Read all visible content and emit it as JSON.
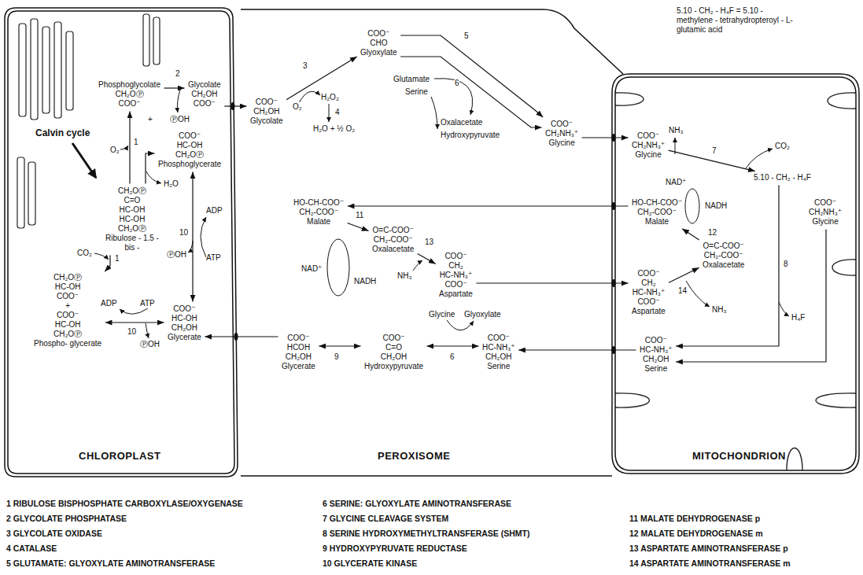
{
  "diagram": {
    "nodes": [
      {
        "text": [
          "CHLOROPLAST"
        ]
      },
      {
        "text": [
          "PEROXISOME"
        ]
      },
      {
        "text": [
          "MITOCHONDRION"
        ]
      },
      {
        "text": [
          "CH₂OⓅ C=O HC‑OH HC‑OH CH₂OⓅ",
          "Ribulose - 1.5 - bis -"
        ],
        "in": 0
      },
      {
        "text": [
          "Phosphoglycolate",
          "CH₂OⓅ COO⁻"
        ],
        "in": 0
      },
      {
        "text": [
          "COO⁻ HC‑OH CH₂OⓅ",
          "Phosphoglycerate"
        ],
        "in": 0
      },
      {
        "text": [
          "Glycolate",
          "CH₂OH COO⁻"
        ],
        "in": 0
      },
      {
        "text": [
          "CH₂OⓅ HC‑OH COO⁻",
          "+",
          "COO⁻ HC‑OH CH₂OⓅ",
          "Phospho- glycerate"
        ],
        "in": 0
      },
      {
        "text": [
          "COO⁻ HC‑OH CH₂OH",
          "Glycerate"
        ],
        "in": 0
      },
      {
        "text": [
          "COO⁻ CH₂OH",
          "Glycolate"
        ],
        "in": 1
      },
      {
        "text": [
          "COO⁻ CHO",
          "Glyoxylate"
        ],
        "in": 1
      },
      {
        "text": [
          "COO⁻ CH₂NH₃⁺",
          "Glycine"
        ],
        "in": 1
      },
      {
        "text": [
          "HO‑CH‑COO⁻ CH₂‑COO⁻",
          "Malate"
        ],
        "in": 1
      },
      {
        "text": [
          "O=C‑COO⁻ CH₂‑COO⁻",
          "Oxalacetate"
        ],
        "in": 1
      },
      {
        "text": [
          "COO⁻ CH₂ HC‑NH₃⁺ COO⁻",
          "Aspartate"
        ],
        "in": 1
      },
      {
        "text": [
          "COO⁻ HCOH CH₂OH",
          "Glycerate"
        ],
        "in": 1
      },
      {
        "text": [
          "COO⁻ C=O CH₂OH",
          "Hydroxypyruvate"
        ],
        "in": 1
      },
      {
        "text": [
          "COO⁻ HC‑NH₃⁺ CH₂OH",
          "Serine"
        ],
        "in": 1
      },
      {
        "text": [
          "COO⁻ CH₂NH₃⁺",
          "Glycine"
        ],
        "in": 2
      },
      {
        "text": [
          "5.10 - CH₂ - H₄F"
        ],
        "in": 2
      },
      {
        "text": [
          "HO‑CH‑COO⁻ CH₂‑COO⁻",
          "Malate"
        ],
        "in": 2
      },
      {
        "text": [
          "O=C‑COO⁻ CH₂‑COO⁻",
          "Oxalacetate"
        ],
        "in": 2
      },
      {
        "text": [
          "COO⁻ CH₂ HC‑NH₃⁺ COO⁻",
          "Aspartate"
        ],
        "in": 2
      },
      {
        "text": [
          "COO⁻ CH₂NH₃⁺",
          "Glycine"
        ],
        "in": 2
      },
      {
        "text": [
          "COO⁻ HC‑NH₃⁺ CH₂OH",
          "Serine"
        ],
        "in": 2
      }
    ],
    "edges": [
      {
        "from": 3,
        "to": 4,
        "label": "1",
        "arrow": "to"
      },
      {
        "from": 3,
        "to": 5,
        "arrow": "to"
      },
      {
        "from": 3,
        "to": 7,
        "label": "1",
        "arrow": "to"
      },
      {
        "from": 4,
        "to": 6,
        "label": "2",
        "arrow": "to"
      },
      {
        "from": 6,
        "to": 9,
        "arrow": "to"
      },
      {
        "from": 9,
        "to": 10,
        "label": "3",
        "arrow": "to"
      },
      {
        "from": 10,
        "to": 11,
        "label": "5",
        "arrow": "to"
      },
      {
        "from": 10,
        "to": 11,
        "label": "6",
        "arrow": "to"
      },
      {
        "from": 11,
        "to": 18,
        "arrow": "to"
      },
      {
        "from": 18,
        "to": 19,
        "label": "7",
        "arrow": "to"
      },
      {
        "from": 19,
        "to": 24,
        "label": "8",
        "arrow": "to"
      },
      {
        "from": 23,
        "to": 24,
        "arrow": "to"
      },
      {
        "from": 24,
        "to": 17,
        "arrow": "to"
      },
      {
        "from": 17,
        "to": 16,
        "label": "6",
        "arrow": "both"
      },
      {
        "from": 16,
        "to": 15,
        "label": "9",
        "arrow": "both"
      },
      {
        "from": 15,
        "to": 8,
        "arrow": "to"
      },
      {
        "from": 8,
        "to": 5,
        "label": "10",
        "arrow": "both"
      },
      {
        "from": 8,
        "to": 7,
        "label": "10",
        "arrow": "both"
      },
      {
        "from": 20,
        "to": 12,
        "arrow": "to"
      },
      {
        "from": 12,
        "to": 13,
        "label": "11",
        "arrow": "to"
      },
      {
        "from": 13,
        "to": 14,
        "label": "13",
        "arrow": "to"
      },
      {
        "from": 14,
        "to": 22,
        "arrow": "to"
      },
      {
        "from": 22,
        "to": 21,
        "label": "14",
        "arrow": "to"
      },
      {
        "from": 21,
        "to": 20,
        "label": "12",
        "arrow": "to"
      }
    ],
    "labels": [
      "Calvin cycle",
      "CO₂",
      "O₂",
      "H₂O",
      "+",
      "ⓅOH",
      "ADP",
      "ATP",
      "ⓅOH",
      "ADP",
      "ATP",
      "ⓅOH",
      "O₂",
      "H₂O₂",
      "4",
      "H₂O + ½ O₂",
      "Glutamate",
      "Serine",
      "Oxalacetate",
      "Hydroxypyruvate",
      "NAD⁺",
      "NADH",
      "NH₃",
      "Glycine",
      "Glyoxylate",
      "NH₃",
      "CO₂",
      "NAD⁺",
      "NADH",
      "NH₃",
      "H₄F",
      "5.10 - CH₂ - H₄F = 5.10 - methylene - tetrahydropteroyl - L-glutamic acid",
      "1 RIBULOSE BISPHOSPHATE CARBOXYLASE/OXYGENASE",
      "2 GLYCOLATE PHOSPHATASE",
      "3 GLYCOLATE OXIDASE",
      "4 CATALASE",
      "5 GLUTAMATE: GLYOXYLATE AMINOTRANSFERASE",
      "6 SERINE: GLYOXYLATE AMINOTRANSFERASE",
      "7 GLYCINE CLEAVAGE SYSTEM",
      "8 SERINE HYDROXYMETHYLTRANSFERASE (SHMT)",
      "9 HYDROXYPYRUVATE REDUCTASE",
      "10 GLYCERATE KINASE",
      "11 MALATE DEHYDROGENASE p",
      "12 MALATE DEHYDROGENASE m",
      "13 ASPARTATE AMINOTRANSFERASE p",
      "14 ASPARTATE AMINOTRANSFERASE m"
    ]
  }
}
